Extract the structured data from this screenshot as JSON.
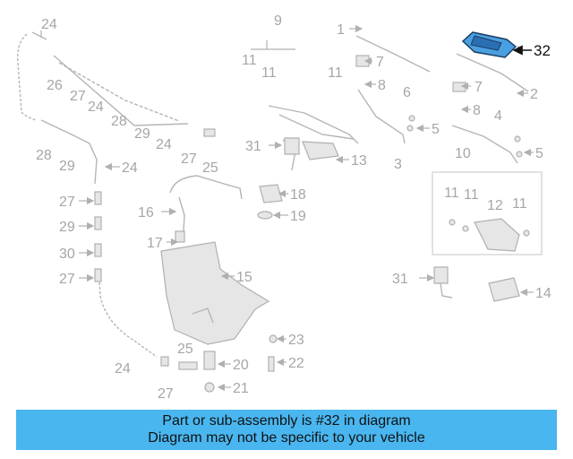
{
  "diagram": {
    "callouts": [
      "1",
      "2",
      "3",
      "4",
      "5",
      "5",
      "6",
      "7",
      "7",
      "8",
      "8",
      "9",
      "10",
      "11",
      "11",
      "11",
      "11",
      "11",
      "11",
      "12",
      "13",
      "14",
      "15",
      "16",
      "17",
      "18",
      "19",
      "20",
      "21",
      "22",
      "23",
      "24",
      "24",
      "24",
      "24",
      "25",
      "25",
      "26",
      "27",
      "27",
      "27",
      "27",
      "27",
      "28",
      "28",
      "29",
      "29",
      "29",
      "30",
      "31",
      "31",
      "32"
    ],
    "highlighted_part": "32",
    "highlight_color": "#4a9fe0"
  },
  "banner": {
    "line1": "Part or sub-assembly is #32 in diagram",
    "line2": "Diagram may not be specific to your vehicle",
    "background": "#49b6f0"
  }
}
